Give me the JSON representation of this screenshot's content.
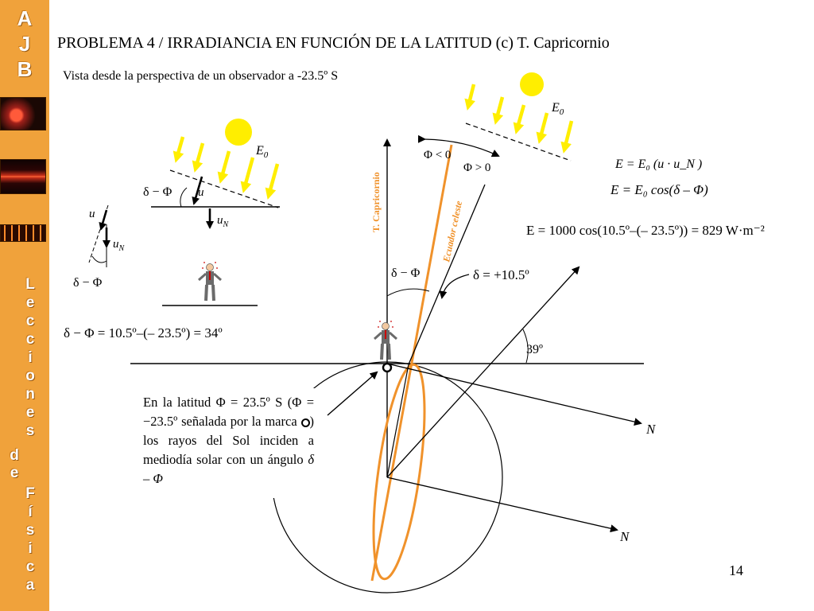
{
  "sidebar": {
    "logo_letters": [
      "A",
      "J",
      "B"
    ],
    "vertical_text": [
      "L",
      "e",
      "c",
      "c",
      "i",
      "o",
      "n",
      "e",
      "s"
    ],
    "de_letters": [
      "d",
      "e"
    ],
    "fisica_letters": [
      "F",
      "í",
      "s",
      "i",
      "c",
      "a"
    ],
    "colors": {
      "background": "#f0a23b",
      "letters": "#ffffff"
    }
  },
  "header": {
    "title": "PROBLEMA 4 / IRRADIANCIA EN FUNCIÓN DE LA LATITUD  (c) T. Capricornio",
    "subtitle": "Vista desde la perspectiva de un observador a -23.5º S"
  },
  "page_number": "14",
  "diagram": {
    "colors": {
      "sun": "#ffee00",
      "sun_rays": "#ffee00",
      "ecliptic": "#f0922b",
      "lines": "#000000"
    },
    "left_scene": {
      "e0": "E",
      "e0_sub": "0",
      "delta_phi": "δ − Φ",
      "u_vec": "u",
      "u_n": "u",
      "u_n_sub": "N"
    },
    "mini_detail": {
      "u_vec": "u",
      "u_n": "u",
      "u_n_sub": "N",
      "delta_phi": "δ − Φ"
    },
    "eq_result": "δ − Φ = 10.5º–(– 23.5º) = 34º",
    "top_sun": {
      "e0": "E",
      "e0_sub": "0"
    },
    "formulas": {
      "f1": "E = E₀ (u · u_N )",
      "f2": "E = E₀ cos(δ – Φ)",
      "f3": "E = 1000 cos(10.5º–(– 23.5º)) = 829 W·m⁻²"
    },
    "labels": {
      "t_capricornio": "T. Capricornio",
      "ecuador_celeste": "Ecuador celeste",
      "phi_lt_0": "Φ < 0",
      "phi_gt_0": "Φ > 0",
      "delta_phi_center": "δ − Φ",
      "delta_value": "δ = +10.5º",
      "angle_39": "39º",
      "n_upper": "N",
      "n_lower": "N"
    }
  },
  "paragraph": {
    "text_1": "En la latitud Φ = 23.5º S (Φ = −23.5º señalada por la marca ",
    "text_2": ") los rayos del Sol inciden a mediodía solar con un ángulo",
    "delta_phi": "δ – Φ",
    "mark_icon": "target-circle-icon"
  }
}
